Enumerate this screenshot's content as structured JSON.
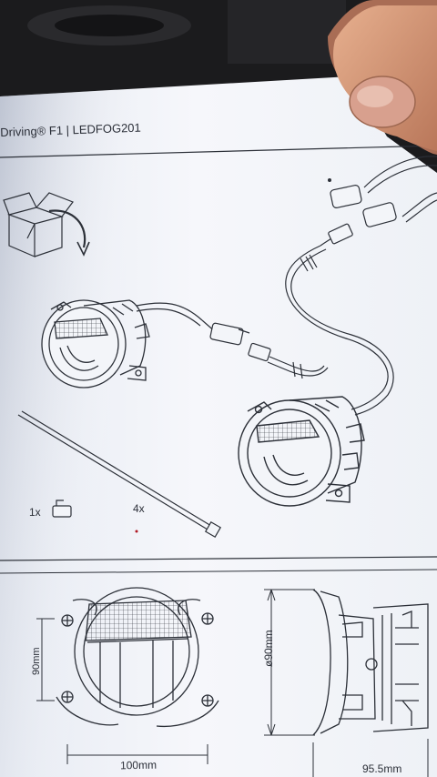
{
  "document": {
    "header": "Driving® F1  |  LEDFOG201",
    "quantities": {
      "connector": "1x",
      "cable_tie": "4x"
    },
    "dimensions": {
      "width": "100mm",
      "height": "ø90mm",
      "depth": "95.5mm",
      "inner": "90mm"
    }
  },
  "colors": {
    "paper": "#f1f3f8",
    "line": "#2c3038",
    "background": "#1b1b1d",
    "thumb": "#d69a78"
  },
  "icons": [
    "box-icon",
    "rotate-arrow-icon"
  ]
}
